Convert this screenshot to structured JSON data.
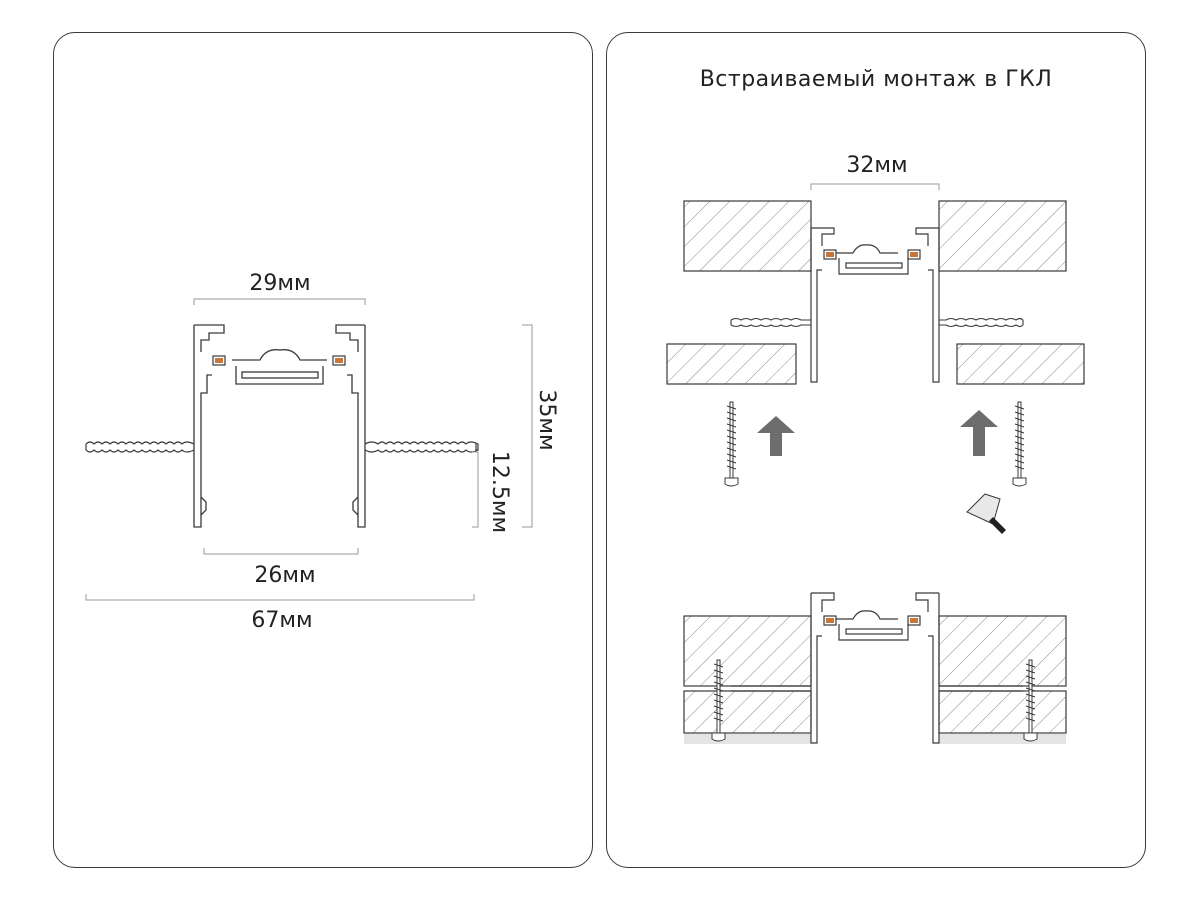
{
  "left_panel": {
    "dimensions": {
      "top_width": "29мм",
      "bottom_width": "26мм",
      "total_width": "67мм",
      "height": "35мм",
      "depth": "12.5мм"
    }
  },
  "right_panel": {
    "title": "Встраиваемый монтаж в ГКЛ",
    "gap_width": "32мм"
  },
  "colors": {
    "outline": "#3a3a3a",
    "dim_line": "#9a9a9a",
    "copper": "#c9763a",
    "arrow": "#6d6d6d",
    "hatch": "#8a8a8a"
  }
}
